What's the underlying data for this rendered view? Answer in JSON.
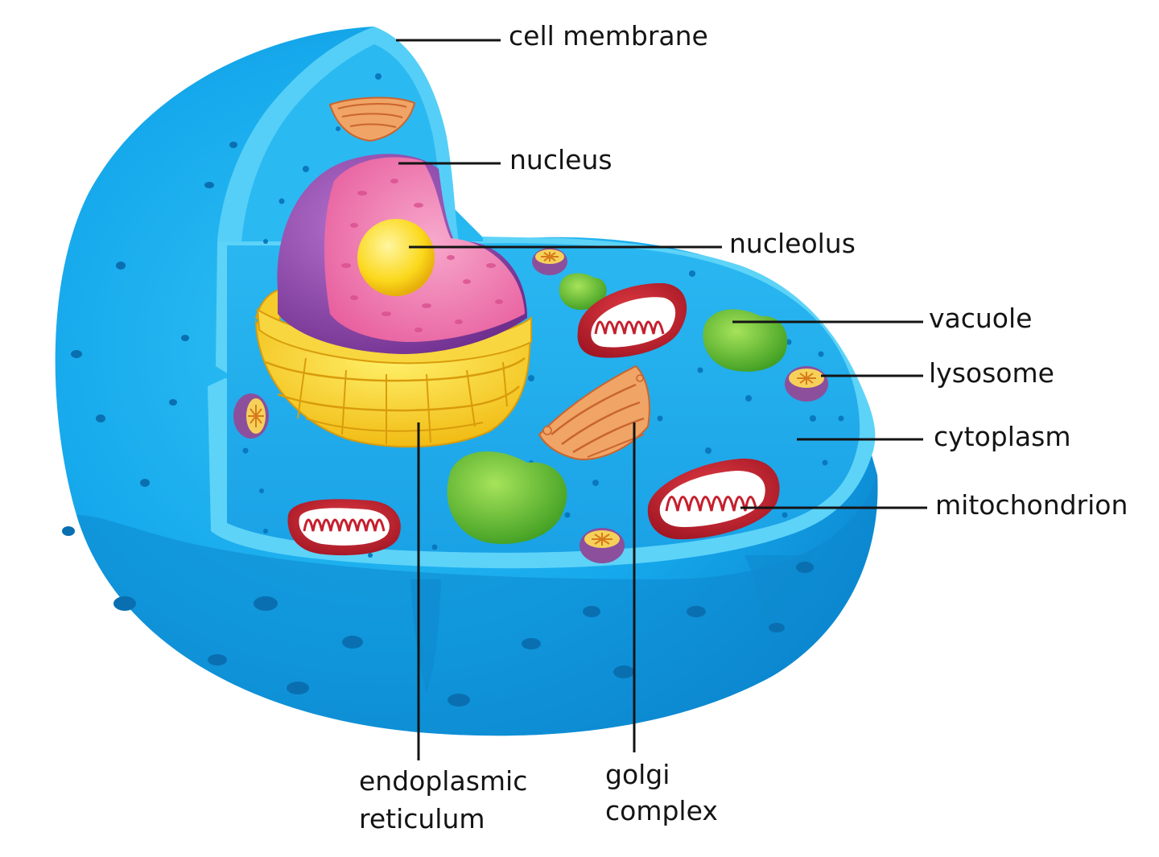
{
  "labels": {
    "cell_membrane": "cell membrane",
    "nucleus": "nucleus",
    "nucleolus": "nucleolus",
    "vacuole": "vacuole",
    "lysosome": "lysosome",
    "cytoplasm": "cytoplasm",
    "mitochondrion": "mitochondrion",
    "endoplasmic_reticulum": [
      "endoplasmic",
      "reticulum"
    ],
    "golgi_complex": [
      "golgi",
      "complex"
    ]
  },
  "colors": {
    "cytoplasm_blue": "#1fb5ee",
    "membrane_light_blue": "#5fd3f7",
    "membrane_dark_blue": "#0f8ed4",
    "nucleus_pink": "#ef7fb2",
    "nuclear_envelope_purple": "#9a4fb3",
    "nucleolus_yellow": "#fbe02b",
    "er_yellow": "#f7d42a",
    "mitochondrion_red": "#c5202e",
    "vacuole_green": "#6ac335",
    "golgi_orange": "#f0a465",
    "lysosome_purple": "#8c4f9c",
    "leader_line": "#141414"
  }
}
